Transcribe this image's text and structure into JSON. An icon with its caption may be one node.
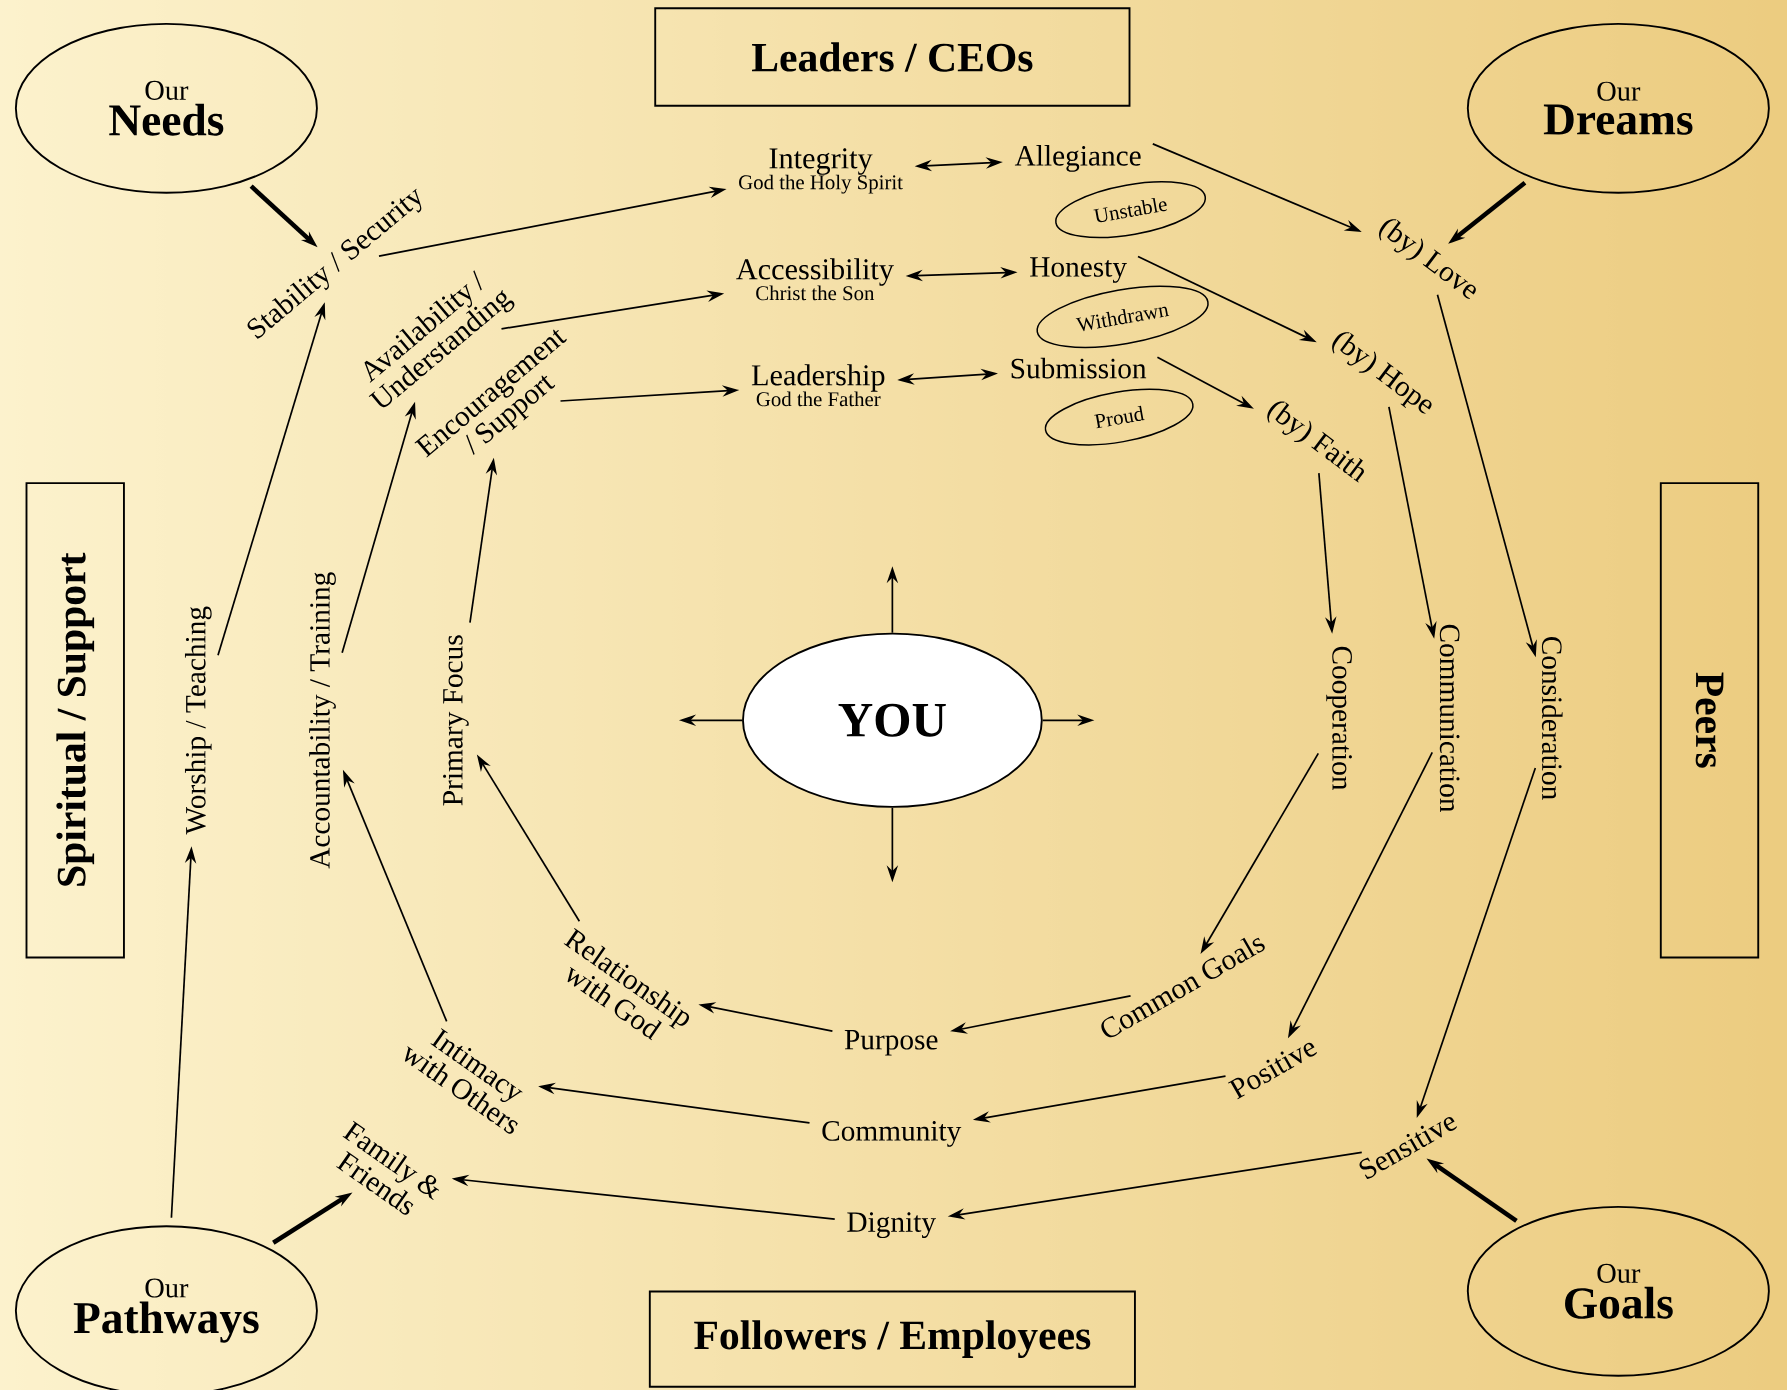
{
  "diagram": {
    "nodes": [
      {
        "text": [
          "Our",
          "Needs"
        ]
      },
      {
        "text": [
          "Leaders / CEOs"
        ]
      },
      {
        "text": [
          "Our",
          "Dreams"
        ]
      },
      {
        "text": [
          "Spiritual / Support"
        ]
      },
      {
        "text": [
          "Peers"
        ]
      },
      {
        "text": [
          "YOU"
        ]
      },
      {
        "text": [
          "Our",
          "Pathways"
        ]
      },
      {
        "text": [
          "Followers / Employees"
        ]
      },
      {
        "text": [
          "Our",
          "Goals"
        ]
      },
      {
        "text": [
          "Stability / Security"
        ]
      },
      {
        "text": [
          "Availability / Understanding"
        ]
      },
      {
        "text": [
          "Encouragement / Support"
        ]
      },
      {
        "text": [
          "Integrity",
          "God the Holy Spirit"
        ]
      },
      {
        "text": [
          "Allegiance"
        ]
      },
      {
        "text": [
          "Unstable"
        ]
      },
      {
        "text": [
          "Accessibility",
          "Christ the Son"
        ]
      },
      {
        "text": [
          "Honesty"
        ]
      },
      {
        "text": [
          "Withdrawn"
        ]
      },
      {
        "text": [
          "Leadership",
          "God the Father"
        ]
      },
      {
        "text": [
          "Submission"
        ]
      },
      {
        "text": [
          "Proud"
        ]
      },
      {
        "text": [
          "(by) Love"
        ]
      },
      {
        "text": [
          "(by) Hope"
        ]
      },
      {
        "text": [
          "(by) Faith"
        ]
      },
      {
        "text": [
          "Worship / Teaching"
        ]
      },
      {
        "text": [
          "Accountability / Training"
        ]
      },
      {
        "text": [
          "Primary Focus"
        ]
      },
      {
        "text": [
          "Cooperation"
        ]
      },
      {
        "text": [
          "Communication"
        ]
      },
      {
        "text": [
          "Consideration"
        ]
      },
      {
        "text": [
          "Relationship with God"
        ]
      },
      {
        "text": [
          "Intimacy with Others"
        ]
      },
      {
        "text": [
          "Family & Friends"
        ]
      },
      {
        "text": [
          "Purpose"
        ]
      },
      {
        "text": [
          "Community"
        ]
      },
      {
        "text": [
          "Dignity"
        ]
      },
      {
        "text": [
          "Common Goals"
        ]
      },
      {
        "text": [
          "Positive"
        ]
      },
      {
        "text": [
          "Sensitive"
        ]
      }
    ],
    "edges": [
      {
        "from": 0,
        "to": 9,
        "arrow": "to",
        "style": "thick"
      },
      {
        "from": 9,
        "to": 12,
        "arrow": "to"
      },
      {
        "from": 10,
        "to": 15,
        "arrow": "to"
      },
      {
        "from": 11,
        "to": 18,
        "arrow": "to"
      },
      {
        "from": 12,
        "to": 13,
        "arrow": "both"
      },
      {
        "from": 15,
        "to": 16,
        "arrow": "both"
      },
      {
        "from": 18,
        "to": 19,
        "arrow": "both"
      },
      {
        "from": 13,
        "to": 21,
        "arrow": "to"
      },
      {
        "from": 16,
        "to": 22,
        "arrow": "to"
      },
      {
        "from": 19,
        "to": 23,
        "arrow": "to"
      },
      {
        "from": 2,
        "to": 21,
        "arrow": "to",
        "style": "thick"
      },
      {
        "from": 21,
        "to": 29,
        "arrow": "to"
      },
      {
        "from": 22,
        "to": 28,
        "arrow": "to"
      },
      {
        "from": 23,
        "to": 27,
        "arrow": "to"
      },
      {
        "from": 27,
        "to": 36,
        "arrow": "to"
      },
      {
        "from": 28,
        "to": 37,
        "arrow": "to"
      },
      {
        "from": 29,
        "to": 38,
        "arrow": "to"
      },
      {
        "from": 8,
        "to": 38,
        "arrow": "to",
        "style": "thick"
      },
      {
        "from": 36,
        "to": 33,
        "arrow": "to"
      },
      {
        "from": 37,
        "to": 34,
        "arrow": "to"
      },
      {
        "from": 38,
        "to": 35,
        "arrow": "to"
      },
      {
        "from": 33,
        "to": 30,
        "arrow": "to"
      },
      {
        "from": 34,
        "to": 31,
        "arrow": "to"
      },
      {
        "from": 35,
        "to": 32,
        "arrow": "to"
      },
      {
        "from": 6,
        "to": 32,
        "arrow": "to",
        "style": "thick"
      },
      {
        "from": 30,
        "to": 26,
        "arrow": "to"
      },
      {
        "from": 31,
        "to": 25,
        "arrow": "to"
      },
      {
        "from": 6,
        "to": 24,
        "arrow": "to"
      },
      {
        "from": 26,
        "to": 11,
        "arrow": "to"
      },
      {
        "from": 25,
        "to": 10,
        "arrow": "to"
      },
      {
        "from": 24,
        "to": 9,
        "arrow": "to"
      },
      {
        "from": 5,
        "to": null,
        "arrow": "to"
      },
      {
        "from": 5,
        "to": null,
        "arrow": "to"
      },
      {
        "from": 5,
        "to": null,
        "arrow": "to"
      },
      {
        "from": 5,
        "to": null,
        "arrow": "to"
      }
    ]
  }
}
